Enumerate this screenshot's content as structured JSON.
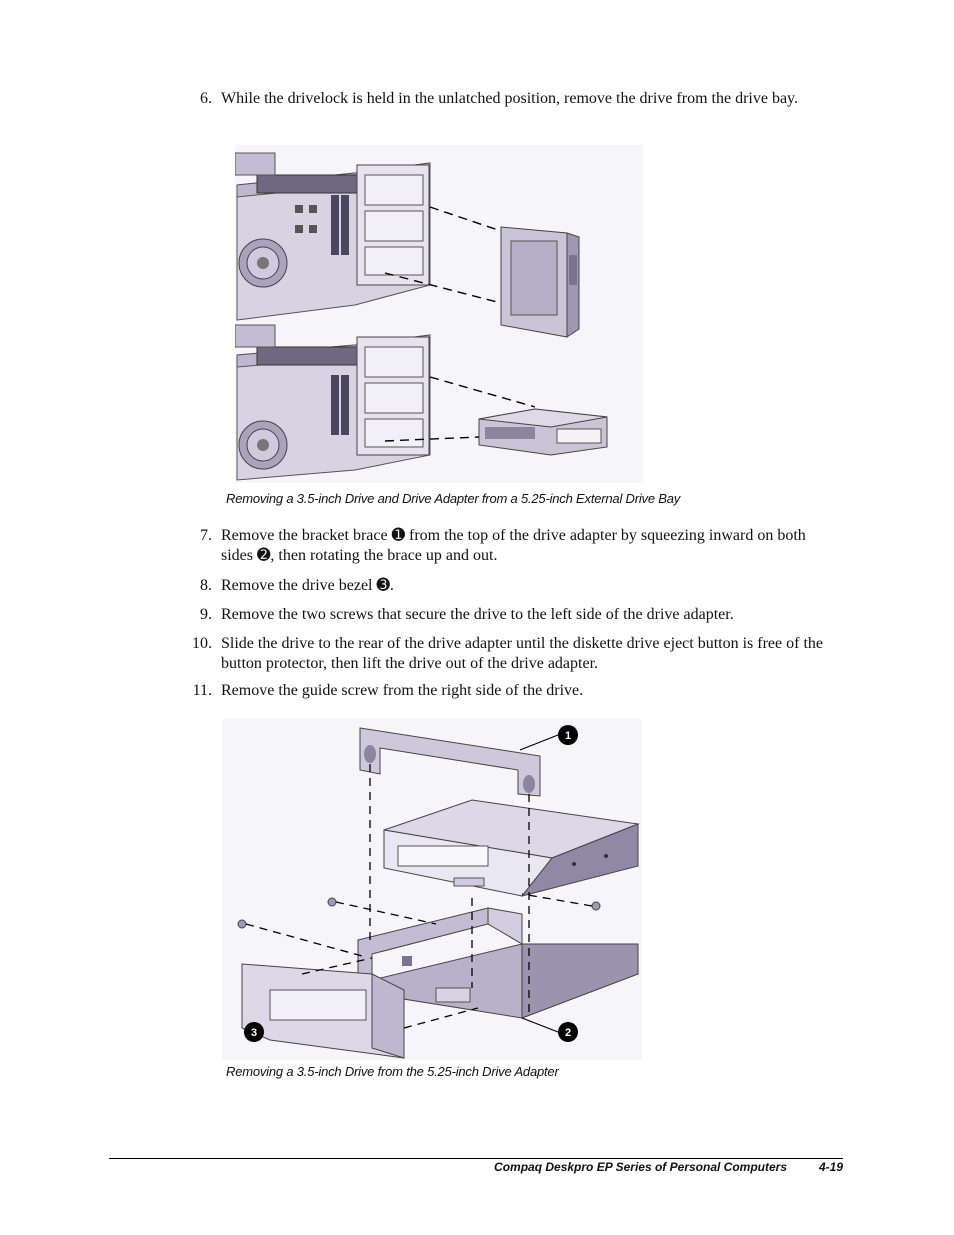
{
  "steps": [
    {
      "number": "6.",
      "text": "While the drivelock is held in the unlatched position, remove the drive from the drive bay."
    },
    {
      "number": "7.",
      "text": "Remove the bracket brace ➊ from the top of the drive adapter by squeezing inward on both sides ➋, then rotating the brace up and out."
    },
    {
      "number": "8.",
      "text": "Remove the drive bezel ➌."
    },
    {
      "number": "9.",
      "text": "Remove the two screws that secure the drive to the left side of the drive adapter."
    },
    {
      "number": "10.",
      "text": "Slide the drive to the rear of the drive adapter until the diskette drive eject button is free of the button protector, then lift the drive out of the drive adapter."
    },
    {
      "number": "11.",
      "text": "Remove the guide screw from the right side of the drive."
    }
  ],
  "figure1": {
    "caption": "Removing a 3.5-inch Drive and Drive Adapter from a 5.25-inch External Drive Bay"
  },
  "figure2": {
    "caption": "Removing a 3.5-inch Drive from the 5.25-inch Drive Adapter",
    "callouts": [
      "1",
      "2",
      "3"
    ]
  },
  "footer": {
    "title": "Compaq Deskpro EP Series of Personal Computers",
    "page": "4-19"
  },
  "colors": {
    "illustration_fill": "#c9c4d6",
    "illustration_dark": "#8b86a0",
    "line": "#000000"
  }
}
